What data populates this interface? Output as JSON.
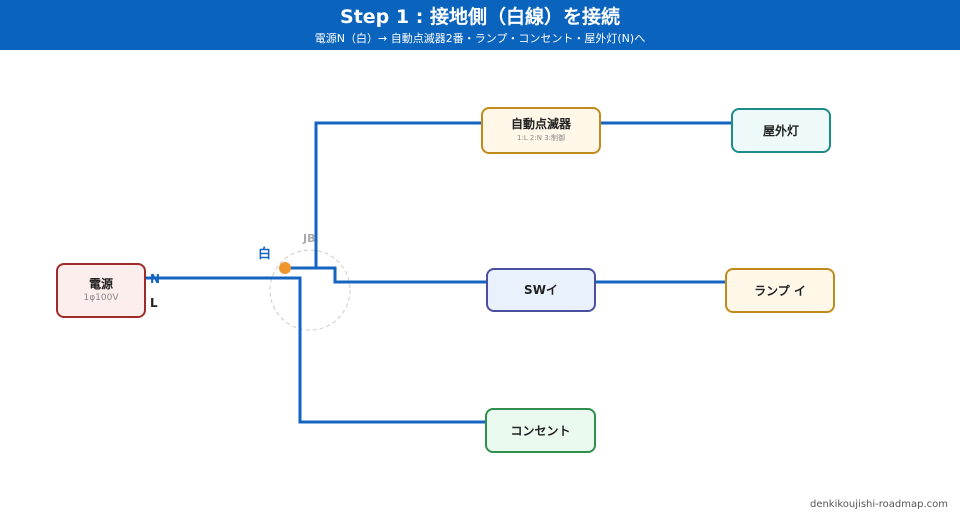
{
  "header": {
    "title": "Step 1 : 接地側（白線）を接続",
    "subtitle": "電源N（白）→ 自動点滅器2番・ランプ・コンセント・屋外灯(N)へ"
  },
  "colors": {
    "header_bg": "#0a63bd",
    "wire": "#1565c0",
    "junction": "#f0952b"
  },
  "nodes": {
    "power": {
      "label": "電源",
      "sub": "1φ100V",
      "terminal_n": "N",
      "terminal_l": "L"
    },
    "auto_switch": {
      "label": "自動点滅器",
      "sub": "1:L 2:N 3:制御"
    },
    "outdoor_light": {
      "label": "屋外灯"
    },
    "switch_i": {
      "label": "SWイ"
    },
    "lamp_i": {
      "label": "ランプ イ"
    },
    "outlet": {
      "label": "コンセント"
    }
  },
  "junction_box": {
    "label": "JB",
    "wire_color_label": "白"
  },
  "footer": {
    "site": "denkikoujishi-roadmap.com"
  }
}
